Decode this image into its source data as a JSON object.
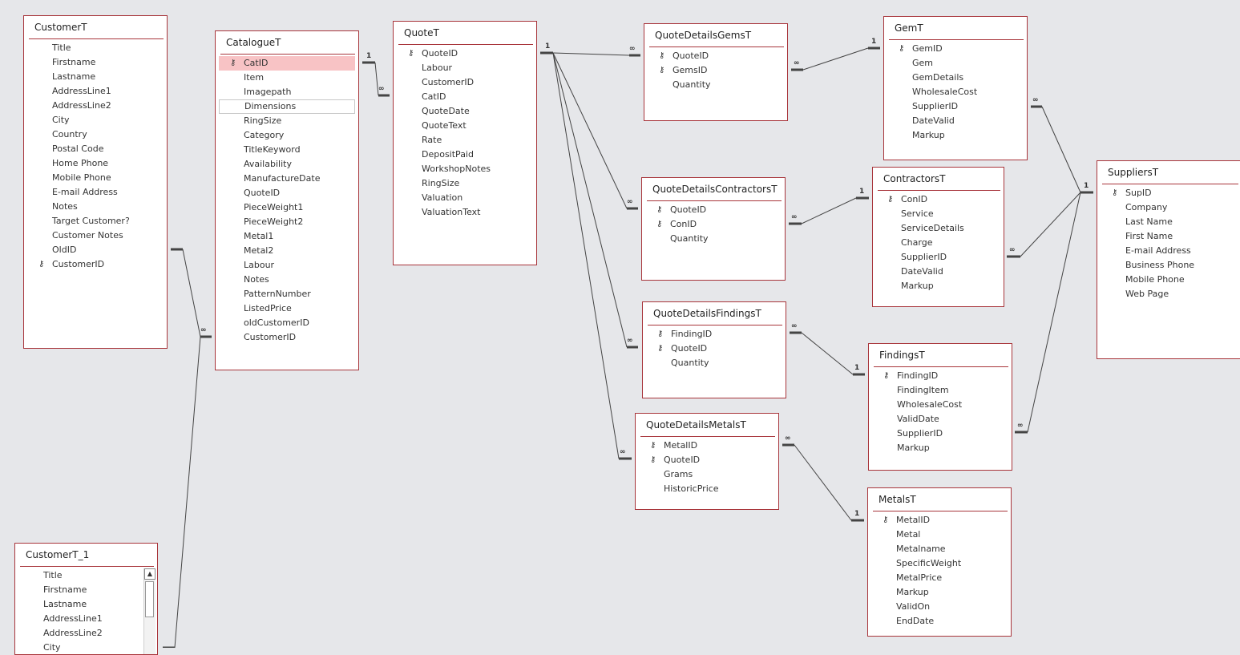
{
  "tables": [
    {
      "id": "customer",
      "name": "CustomerT",
      "fields": [
        {
          "label": "Title"
        },
        {
          "label": "Firstname"
        },
        {
          "label": "Lastname"
        },
        {
          "label": "AddressLine1"
        },
        {
          "label": "AddressLine2"
        },
        {
          "label": "City"
        },
        {
          "label": "Country"
        },
        {
          "label": "Postal Code"
        },
        {
          "label": "Home Phone"
        },
        {
          "label": "Mobile Phone"
        },
        {
          "label": "E-mail Address"
        },
        {
          "label": "Notes"
        },
        {
          "label": "Target Customer?"
        },
        {
          "label": "Customer Notes"
        },
        {
          "label": "OldID"
        },
        {
          "label": "CustomerID",
          "key": true
        }
      ]
    },
    {
      "id": "catalogue",
      "name": "CatalogueT",
      "fields": [
        {
          "label": "CatID",
          "key": true,
          "selected": true
        },
        {
          "label": "Item"
        },
        {
          "label": "Imagepath"
        },
        {
          "label": "Dimensions",
          "focused": true
        },
        {
          "label": "RingSize"
        },
        {
          "label": "Category"
        },
        {
          "label": "TitleKeyword"
        },
        {
          "label": "Availability"
        },
        {
          "label": "ManufactureDate"
        },
        {
          "label": "QuoteID"
        },
        {
          "label": "PieceWeight1"
        },
        {
          "label": "PieceWeight2"
        },
        {
          "label": "Metal1"
        },
        {
          "label": "Metal2"
        },
        {
          "label": "Labour"
        },
        {
          "label": "Notes"
        },
        {
          "label": "PatternNumber"
        },
        {
          "label": "ListedPrice"
        },
        {
          "label": "oldCustomerID"
        },
        {
          "label": "CustomerID"
        }
      ]
    },
    {
      "id": "quote",
      "name": "QuoteT",
      "fields": [
        {
          "label": "QuoteID",
          "key": true
        },
        {
          "label": "Labour"
        },
        {
          "label": "CustomerID"
        },
        {
          "label": "CatID"
        },
        {
          "label": "QuoteDate"
        },
        {
          "label": "QuoteText"
        },
        {
          "label": "Rate"
        },
        {
          "label": "DepositPaid"
        },
        {
          "label": "WorkshopNotes"
        },
        {
          "label": "RingSize"
        },
        {
          "label": "Valuation"
        },
        {
          "label": "ValuationText"
        }
      ]
    },
    {
      "id": "qdgems",
      "name": "QuoteDetailsGemsT",
      "fields": [
        {
          "label": "QuoteID",
          "key": true
        },
        {
          "label": "GemsID",
          "key": true
        },
        {
          "label": "Quantity"
        }
      ]
    },
    {
      "id": "gem",
      "name": "GemT",
      "fields": [
        {
          "label": "GemID",
          "key": true
        },
        {
          "label": "Gem"
        },
        {
          "label": "GemDetails"
        },
        {
          "label": "WholesaleCost"
        },
        {
          "label": "SupplierID"
        },
        {
          "label": "DateValid"
        },
        {
          "label": "Markup"
        }
      ]
    },
    {
      "id": "qdcontractors",
      "name": "QuoteDetailsContractorsT",
      "fields": [
        {
          "label": "QuoteID",
          "key": true
        },
        {
          "label": "ConID",
          "key": true
        },
        {
          "label": "Quantity"
        }
      ]
    },
    {
      "id": "contractors",
      "name": "ContractorsT",
      "fields": [
        {
          "label": "ConID",
          "key": true
        },
        {
          "label": "Service"
        },
        {
          "label": "ServiceDetails"
        },
        {
          "label": "Charge"
        },
        {
          "label": "SupplierID"
        },
        {
          "label": "DateValid"
        },
        {
          "label": "Markup"
        }
      ]
    },
    {
      "id": "suppliers",
      "name": "SuppliersT",
      "fields": [
        {
          "label": "SupID",
          "key": true
        },
        {
          "label": "Company"
        },
        {
          "label": "Last Name"
        },
        {
          "label": "First Name"
        },
        {
          "label": "E-mail Address"
        },
        {
          "label": "Business Phone"
        },
        {
          "label": "Mobile Phone"
        },
        {
          "label": "Web Page"
        }
      ]
    },
    {
      "id": "qdfindings",
      "name": "QuoteDetailsFindingsT",
      "fields": [
        {
          "label": "FindingID",
          "key": true
        },
        {
          "label": "QuoteID",
          "key": true
        },
        {
          "label": "Quantity"
        }
      ]
    },
    {
      "id": "findings",
      "name": "FindingsT",
      "fields": [
        {
          "label": "FindingID",
          "key": true
        },
        {
          "label": "FindingItem"
        },
        {
          "label": "WholesaleCost"
        },
        {
          "label": "ValidDate"
        },
        {
          "label": "SupplierID"
        },
        {
          "label": "Markup"
        }
      ]
    },
    {
      "id": "qdmetals",
      "name": "QuoteDetailsMetalsT",
      "fields": [
        {
          "label": "MetalID",
          "key": true
        },
        {
          "label": "QuoteID",
          "key": true
        },
        {
          "label": "Grams"
        },
        {
          "label": "HistoricPrice"
        }
      ]
    },
    {
      "id": "metals",
      "name": "MetalsT",
      "fields": [
        {
          "label": "MetalID",
          "key": true
        },
        {
          "label": "Metal"
        },
        {
          "label": "Metalname"
        },
        {
          "label": "SpecificWeight"
        },
        {
          "label": "MetalPrice"
        },
        {
          "label": "Markup"
        },
        {
          "label": "ValidOn"
        },
        {
          "label": "EndDate"
        }
      ]
    },
    {
      "id": "customer1",
      "name": "CustomerT_1",
      "scroll": true,
      "fields": [
        {
          "label": "Title"
        },
        {
          "label": "Firstname"
        },
        {
          "label": "Lastname"
        },
        {
          "label": "AddressLine1"
        },
        {
          "label": "AddressLine2"
        },
        {
          "label": "City"
        }
      ]
    }
  ],
  "relationships": [
    {
      "from": "catalogue",
      "to": "quote",
      "from_card": "1",
      "to_card": "∞"
    },
    {
      "from": "quote",
      "to": "qdgems",
      "from_card": "1",
      "to_card": "∞"
    },
    {
      "from": "quote",
      "to": "qdcontractors",
      "from_card": "",
      "to_card": "∞"
    },
    {
      "from": "quote",
      "to": "qdfindings",
      "from_card": "",
      "to_card": "∞"
    },
    {
      "from": "quote",
      "to": "qdmetals",
      "from_card": "",
      "to_card": "∞"
    },
    {
      "from": "qdgems",
      "to": "gem",
      "from_card": "∞",
      "to_card": "1"
    },
    {
      "from": "qdcontractors",
      "to": "contractors",
      "from_card": "∞",
      "to_card": "1"
    },
    {
      "from": "qdfindings",
      "to": "findings",
      "from_card": "∞",
      "to_card": "1"
    },
    {
      "from": "qdmetals",
      "to": "metals",
      "from_card": "∞",
      "to_card": "1"
    },
    {
      "from": "gem",
      "to": "suppliers",
      "from_card": "∞",
      "to_card": "1"
    },
    {
      "from": "contractors",
      "to": "suppliers",
      "from_card": "∞",
      "to_card": ""
    },
    {
      "from": "findings",
      "to": "suppliers",
      "from_card": "∞",
      "to_card": ""
    },
    {
      "from": "customer",
      "to": "catalogue",
      "from_card": "",
      "to_card": "∞"
    },
    {
      "from": "customer1",
      "to": "catalogue",
      "from_card": "",
      "to_card": ""
    }
  ],
  "colors": {
    "background": "#e6e7ea",
    "table_border": "#a8353b",
    "selected_field": "#f8c3c5",
    "line": "#444444"
  }
}
